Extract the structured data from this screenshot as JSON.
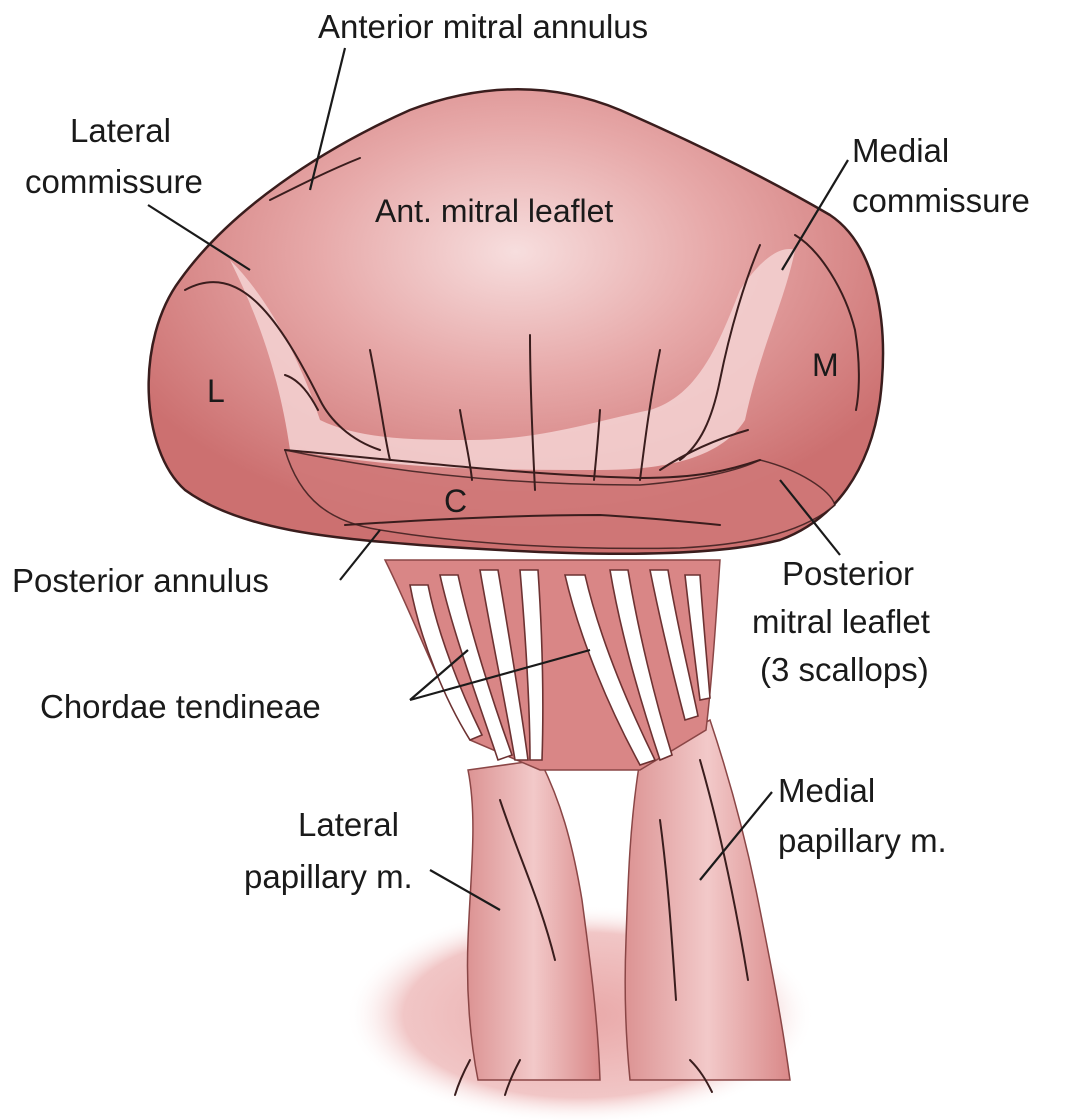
{
  "labels": {
    "anterior_mitral_annulus": "Anterior mitral annulus",
    "lateral_commissure": [
      "Lateral",
      "commissure"
    ],
    "medial_commissure": [
      "Medial",
      "commissure"
    ],
    "ant_mitral_leaflet": "Ant. mitral leaflet",
    "scallop_l": "L",
    "scallop_m": "M",
    "scallop_c": "C",
    "posterior_annulus": "Posterior annulus",
    "posterior_mitral_leaflet": [
      "Posterior",
      "mitral leaflet",
      "(3 scallops)"
    ],
    "chordae_tendineae": "Chordae tendineae",
    "lateral_papillary": [
      "Lateral",
      "papillary m."
    ],
    "medial_papillary": [
      "Medial",
      "papillary m."
    ]
  },
  "colors": {
    "tissue": "#d98686",
    "tissue_dark": "#b35a5a",
    "highlight": "#f3cfcf",
    "muscle": "#e8aaaa",
    "outline": "#3a1d1d",
    "text": "#1a1a1a"
  }
}
